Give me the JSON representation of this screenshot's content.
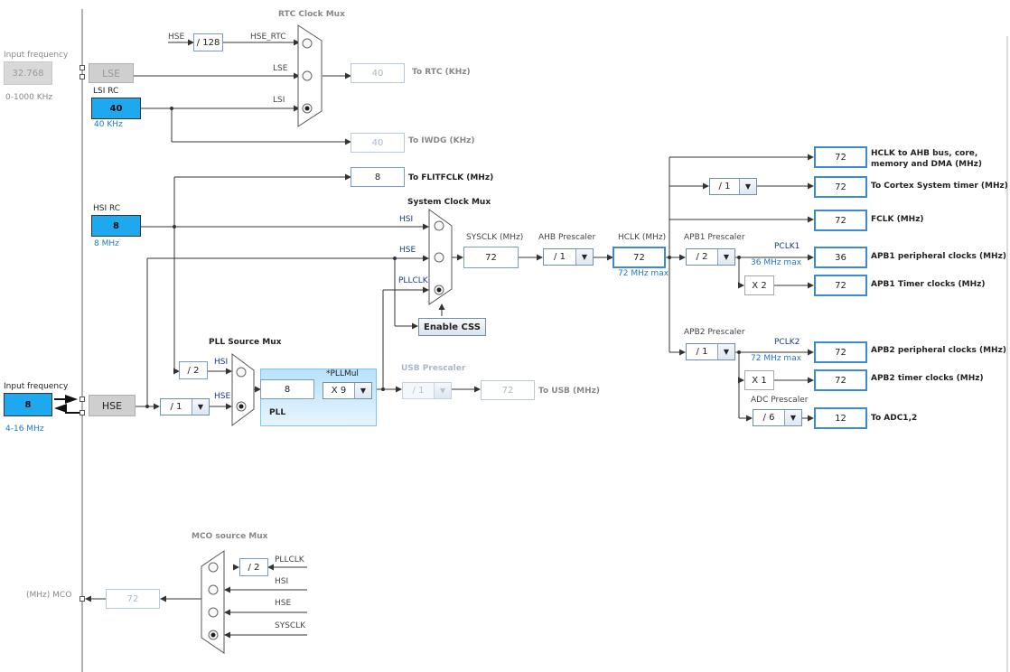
{
  "rtc_mux": {
    "title": "RTC Clock Mux",
    "in_hse": "HSE",
    "div128": "/ 128",
    "in_hse_rtc": "HSE_RTC",
    "in_lse": "LSE",
    "in_lsi": "LSI",
    "out_rtc_value": "40",
    "out_rtc_label": "To RTC (KHz)",
    "out_iwdg_value": "40",
    "out_iwdg_label": "To IWDG (KHz)"
  },
  "lse": {
    "input_frequency_label": "Input frequency",
    "input_value": "32.768",
    "range": "0-1000 KHz",
    "node": "LSE"
  },
  "lsi": {
    "label": "LSI RC",
    "value": "40",
    "unit": "40 KHz"
  },
  "flitf": {
    "value": "8",
    "label": "To FLITFCLK (MHz)"
  },
  "hsi": {
    "label": "HSI RC",
    "value": "8",
    "unit": "8 MHz"
  },
  "sysclk_mux": {
    "title": "System Clock Mux",
    "in_hsi": "HSI",
    "in_hse": "HSE",
    "in_pllclk": "PLLCLK",
    "enable_css": "Enable CSS"
  },
  "sysclk": {
    "label": "SYSCLK (MHz)",
    "value": "72"
  },
  "ahb": {
    "label": "AHB Prescaler",
    "value": "/ 1"
  },
  "hclk": {
    "label": "HCLK (MHz)",
    "value": "72",
    "max": "72 MHz max"
  },
  "outputs": {
    "ahb_value": "72",
    "ahb_label_1": "HCLK to AHB bus, core,",
    "ahb_label_2": "memory and DMA (MHz)",
    "cortex_div": "/ 1",
    "cortex_value": "72",
    "cortex_label": "To Cortex System timer (MHz)",
    "fclk_value": "72",
    "fclk_label": "FCLK (MHz)"
  },
  "apb1": {
    "label": "APB1 Prescaler",
    "value": "/ 2",
    "pclk": "PCLK1",
    "max": "36 MHz max",
    "periph_value": "36",
    "periph_label": "APB1 peripheral clocks (MHz)",
    "mult": "X 2",
    "timer_value": "72",
    "timer_label": "APB1 Timer clocks (MHz)"
  },
  "apb2": {
    "label": "APB2 Prescaler",
    "value": "/ 1",
    "pclk": "PCLK2",
    "max": "72 MHz max",
    "periph_value": "72",
    "periph_label": "APB2 peripheral clocks (MHz)",
    "mult": "X 1",
    "timer_value": "72",
    "timer_label": "APB2 timer clocks (MHz)"
  },
  "adc": {
    "label": "ADC Prescaler",
    "value": "/ 6",
    "out_value": "12",
    "out_label": "To ADC1,2"
  },
  "hse": {
    "input_frequency_label": "Input frequency",
    "value": "8",
    "range": "4-16 MHz",
    "node": "HSE",
    "div": "/ 1"
  },
  "pll": {
    "mux_title": "PLL Source Mux",
    "hsi_div": "/ 2",
    "in_hsi": "HSI",
    "in_hse": "HSE",
    "input_value": "8",
    "mul_label": "*PLLMul",
    "mul_value": "X 9",
    "panel_label": "PLL"
  },
  "usb": {
    "label": "USB Prescaler",
    "value": "/ 1",
    "out_value": "72",
    "out_label": "To USB (MHz)"
  },
  "mco": {
    "title": "MCO source Mux",
    "in_pllclk": "PLLCLK",
    "div": "/ 2",
    "in_hsi": "HSI",
    "in_hse": "HSE",
    "in_sysclk": "SYSCLK",
    "out_value": "72",
    "out_label": "(MHz) MCO"
  },
  "colors": {
    "accent_fill": "#1ea8f0",
    "box_border": "#3a8ad8",
    "disabled": "#b6c8dc"
  }
}
